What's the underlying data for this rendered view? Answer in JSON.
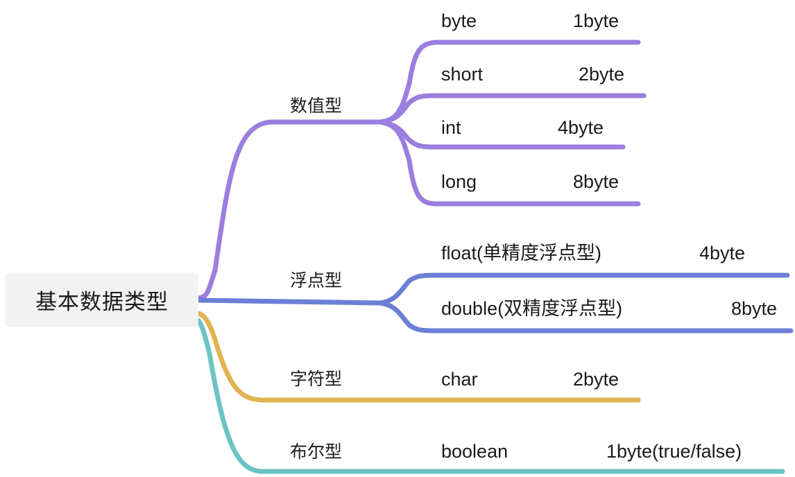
{
  "diagram": {
    "type": "mindmap",
    "title": "基本数据类型",
    "root": {
      "label": "基本数据类型",
      "bg_color": "#f2f2f2",
      "text_color": "#1a1a1a"
    },
    "branches": [
      {
        "id": "numeric",
        "label": "数值型",
        "color": "#9b7ede",
        "children": [
          {
            "name": "byte",
            "size": "1byte"
          },
          {
            "name": "short",
            "size": "2byte"
          },
          {
            "name": "int",
            "size": "4byte"
          },
          {
            "name": "long",
            "size": "8byte"
          }
        ]
      },
      {
        "id": "floating",
        "label": "浮点型",
        "color": "#6c7fd6",
        "children": [
          {
            "name": "float(单精度浮点型)",
            "size": "4byte"
          },
          {
            "name": "double(双精度浮点型)",
            "size": "8byte"
          }
        ]
      },
      {
        "id": "character",
        "label": "字符型",
        "color": "#e0b450",
        "children": [
          {
            "name": "char",
            "size": "2byte"
          }
        ]
      },
      {
        "id": "boolean",
        "label": "布尔型",
        "color": "#6cc3c3",
        "children": [
          {
            "name": "boolean",
            "size": "1byte(true/false)"
          }
        ]
      }
    ]
  }
}
